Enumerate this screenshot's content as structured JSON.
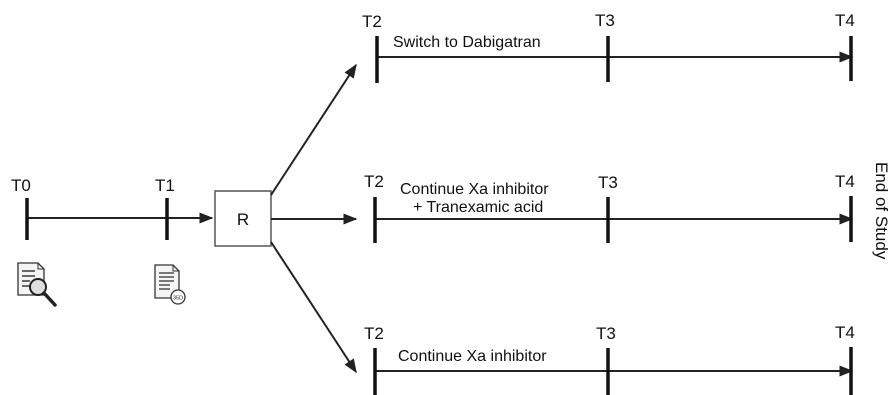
{
  "timepoints": {
    "t0": "T0",
    "t1": "T1",
    "t2": "T2",
    "t3": "T3",
    "t4": "T4"
  },
  "randomization_label": "R",
  "arms": [
    {
      "label": "Switch to Dabigatran"
    },
    {
      "label_line1": "Continue Xa inhibitor",
      "label_line2": "+ Tranexamic acid"
    },
    {
      "label": "Continue Xa inhibitor"
    }
  ],
  "end_label": "End of Study",
  "icons": {
    "t0_icon": "document-search-icon",
    "t1_icon": "document-questionnaire-icon"
  },
  "icon_text": {
    "t1_icon_badge": "35D"
  }
}
